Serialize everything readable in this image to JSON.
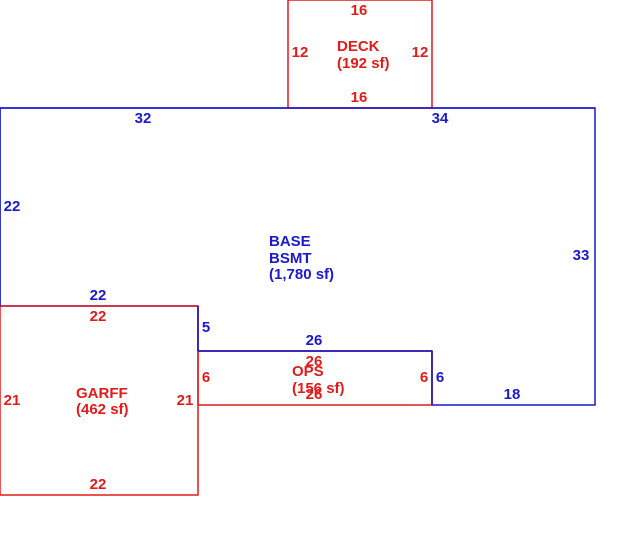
{
  "colors": {
    "base": "#1a1acc",
    "annex": "#e01b1b",
    "background": "#ffffff"
  },
  "base": {
    "name_line1": "BASE",
    "name_line2": "BSMT",
    "area": "(1,780 sf)",
    "dims": {
      "top_left": "32",
      "top_right": "34",
      "left": "22",
      "right": "33",
      "lower_left": "22",
      "notch_side": "5",
      "notch_top": "26",
      "notch_right": "6",
      "bottom_right": "18"
    }
  },
  "deck": {
    "name": "DECK",
    "area": "(192 sf)",
    "dims": {
      "top": "16",
      "bottom": "16",
      "left": "12",
      "right": "12"
    }
  },
  "garage": {
    "name": "GARFF",
    "area": "(462 sf)",
    "dims": {
      "top": "22",
      "bottom": "22",
      "left": "21",
      "right": "21"
    }
  },
  "ops": {
    "name": "OPS",
    "area": "(156 sf)",
    "dims": {
      "top": "26",
      "bottom": "26",
      "left": "6",
      "right": "6"
    }
  }
}
